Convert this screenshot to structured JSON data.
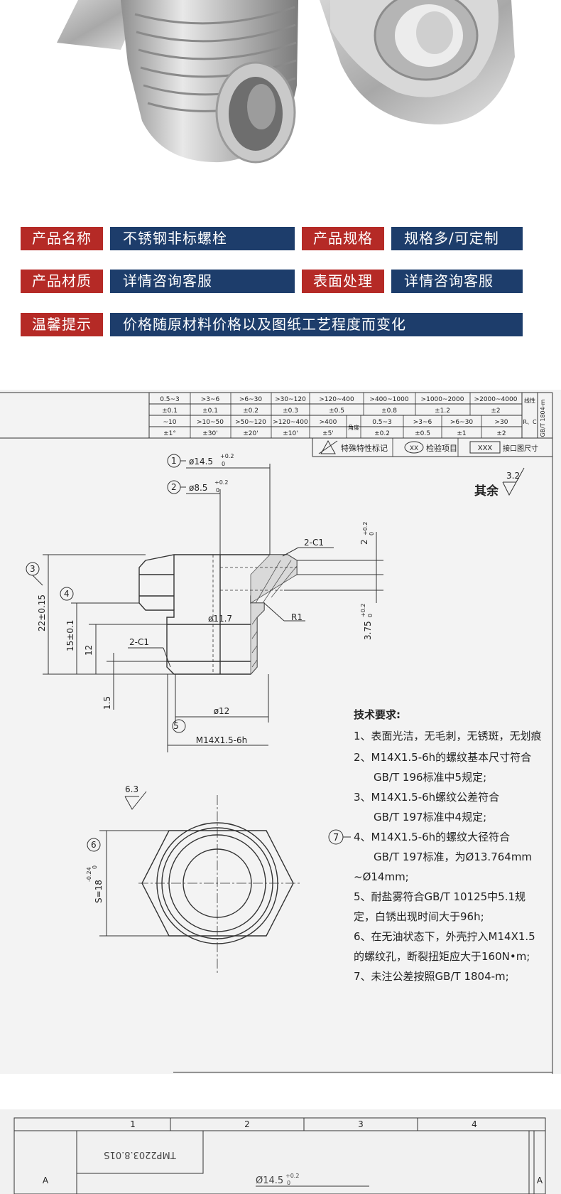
{
  "specs": {
    "rows": [
      {
        "label": "产品名称",
        "value": "不锈钢非标螺栓",
        "label2": "产品规格",
        "value2": "规格多/可定制"
      },
      {
        "label": "产品材质",
        "value": "详情咨询客服",
        "label2": "表面处理",
        "value2": "详情咨询客服"
      },
      {
        "label": "温馨提示",
        "value": "价格随原材料价格以及图纸工艺程度而变化"
      }
    ],
    "label_color": "#b52a26",
    "value_color": "#1d3d6b"
  },
  "drawing": {
    "tolerance_table": {
      "row1": [
        "0.5~3",
        ">3~6",
        ">6~30",
        ">30~120",
        ">120~400",
        ">400~1000",
        ">1000~2000",
        ">2000~4000"
      ],
      "row2": [
        "±0.1",
        "±0.1",
        "±0.2",
        "±0.3",
        "±0.5",
        "±0.8",
        "±1.2",
        "±2"
      ],
      "row3": [
        "~10",
        ">10~50",
        ">50~120",
        ">120~400",
        ">400",
        "角度",
        "0.5~3",
        ">3~6",
        ">6~30",
        ">30"
      ],
      "row4": [
        "±1°",
        "±30'",
        "±20'",
        "±10'",
        "±5'",
        "",
        "±0.2",
        "±0.5",
        "±1",
        "±2"
      ],
      "side_1": "线性",
      "side_2": "R、C",
      "side_3": "GB/T 1804-m"
    },
    "legend": {
      "special": "特殊特性标记",
      "inspect_symbol": "XX",
      "inspect": "检验项目",
      "interface_symbol": "XXX",
      "interface": "接口图尺寸"
    },
    "roughness_rest_label": "其余",
    "roughness_rest_value": "3.2",
    "roughness_hex_value": "6.3",
    "callouts": {
      "c1_num": "1",
      "c1_text": "ø14.5",
      "c2_num": "2",
      "c2_text": "ø8.5",
      "tol_plus": "+0.2",
      "tol_zero": "0",
      "c3_num": "3",
      "c4_num": "4",
      "c5_num": "5",
      "c6_num": "6",
      "chamfer_top": "2-C1",
      "chamfer_bottom": "2-C1",
      "radius": "R1",
      "dim_2": "2",
      "dim_375": "3.75",
      "dim_22": "22±0.15",
      "dim_15": "15±0.1",
      "dim_12v": "12",
      "dim_15b": "1.5",
      "dim_117": "ø11.7",
      "dim_12": "ø12",
      "thread": "M14X1.5-6h",
      "hex": "S=18",
      "hex_tol": "-0.24"
    },
    "tech": {
      "title": "技术要求:",
      "lines": [
        "1、表面光洁，无毛刺，无锈斑，无划痕",
        "2、M14X1.5-6h的螺纹基本尺寸符合",
        "GB/T 196标准中5规定;",
        "3、M14X1.5-6h螺纹公差符合",
        "GB/T 197标准中4规定;",
        "4、M14X1.5-6h的螺纹大径符合",
        "GB/T 197标准，为Ø13.764mm",
        "~Ø14mm;",
        "5、耐盐雾符合GB/T 10125中5.1规",
        "定，白锈出现时间大于96h;",
        "6、在无油状态下，外壳拧入M14X1.5",
        "的螺纹孔，断裂扭矩应大于160N•m;",
        "7、未注公差按照GB/T 1804-m;"
      ],
      "line4_callout": "7"
    }
  },
  "drawing2": {
    "columns": [
      "1",
      "2",
      "3",
      "4"
    ],
    "row_mark": "A",
    "part_no": "TMP2203.8.01S",
    "dim": "Ø14.5",
    "tol_plus": "+0.2",
    "tol_zero": "0"
  }
}
